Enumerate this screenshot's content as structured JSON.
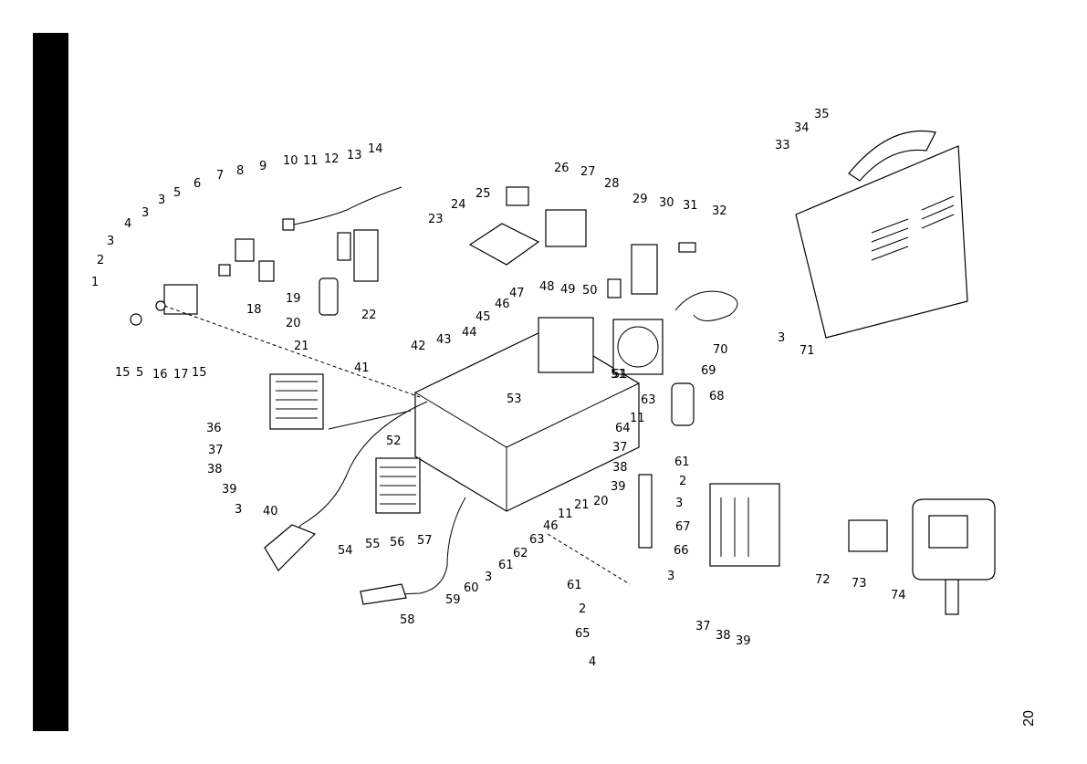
{
  "title": "PLASMA CUTTER MODEL 196.205070 PARTS DIAGRAM",
  "page_number": "20",
  "callouts": [
    "1",
    "2",
    "3",
    "3",
    "3",
    "4",
    "5",
    "5",
    "6",
    "7",
    "8",
    "9",
    "10",
    "11",
    "12",
    "13",
    "14",
    "15",
    "15",
    "16",
    "17",
    "18",
    "19",
    "20",
    "21",
    "22",
    "23",
    "24",
    "25",
    "26",
    "27",
    "28",
    "29",
    "30",
    "31",
    "32",
    "33",
    "34",
    "35",
    "36",
    "37",
    "38",
    "39",
    "3",
    "40",
    "41",
    "42",
    "43",
    "44",
    "45",
    "46",
    "47",
    "48",
    "49",
    "50",
    "51",
    "52",
    "53",
    "54",
    "55",
    "56",
    "57",
    "58",
    "59",
    "60",
    "3",
    "61",
    "62",
    "63",
    "46",
    "11",
    "21",
    "20",
    "39",
    "38",
    "37",
    "64",
    "11",
    "63",
    "69",
    "68",
    "70",
    "51",
    "61",
    "2",
    "3",
    "67",
    "66",
    "3",
    "61",
    "2",
    "65",
    "4",
    "72",
    "73",
    "74",
    "37",
    "38",
    "39",
    "3",
    "71"
  ]
}
